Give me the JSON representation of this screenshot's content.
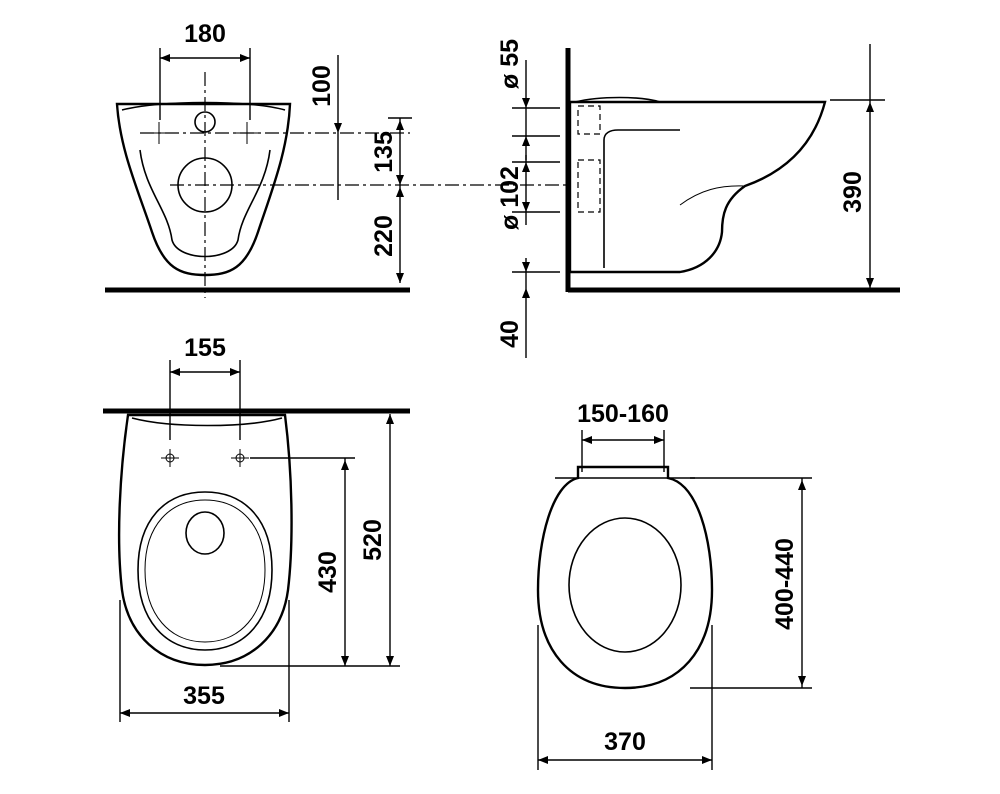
{
  "dimensions": {
    "front_width": "180",
    "hole_offset": "100",
    "hole_spacing": "135",
    "outlet_height": "220",
    "inlet_diameter": "ø 55",
    "outlet_diameter": "ø 102",
    "overall_height": "390",
    "gap": "40",
    "top_hole_spacing": "155",
    "hole_to_front": "430",
    "overall_length": "520",
    "bowl_width": "355",
    "seat_hinge_spacing": "150-160",
    "seat_length": "400-440",
    "seat_width": "370"
  }
}
